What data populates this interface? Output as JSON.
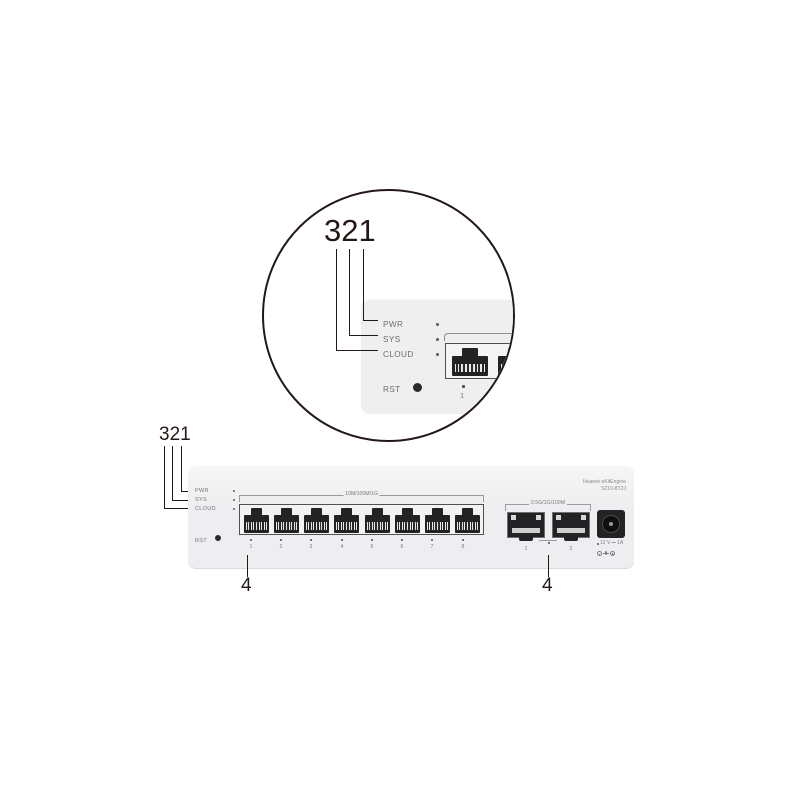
{
  "figure": {
    "type": "front-panel-diagram",
    "device_brand": "Huawei eKitEngine",
    "device_model": "S210-8T2J"
  },
  "callouts": {
    "led_group_label": "321",
    "port_led_label": "4",
    "items": [
      {
        "number": "1",
        "target": "PWR"
      },
      {
        "number": "2",
        "target": "SYS"
      },
      {
        "number": "3",
        "target": "CLOUD"
      },
      {
        "number": "4",
        "target": "port-status-indicator"
      }
    ]
  },
  "magnifier": {
    "leds": [
      {
        "label": "PWR"
      },
      {
        "label": "SYS"
      },
      {
        "label": "CLOUD"
      }
    ],
    "reset_label": "RST",
    "first_port_number": "1"
  },
  "device": {
    "leds": [
      {
        "label": "PWR"
      },
      {
        "label": "SYS"
      },
      {
        "label": "CLOUD"
      }
    ],
    "reset_label": "RST",
    "brand_line1": "Huawei eKitEngine",
    "brand_line2": "S210-8T2J",
    "ethernet": {
      "speed_label": "10M/100M/1G",
      "ports": [
        {
          "number": "1"
        },
        {
          "number": "2"
        },
        {
          "number": "3"
        },
        {
          "number": "4"
        },
        {
          "number": "5"
        },
        {
          "number": "6"
        },
        {
          "number": "7"
        },
        {
          "number": "8"
        }
      ]
    },
    "sfp": {
      "speed_label": "2.5G/1G/100M",
      "ports": [
        {
          "number": "1"
        },
        {
          "number": "2"
        }
      ]
    },
    "power": {
      "rating_label": "12 V ⎓ 1A"
    }
  },
  "colors": {
    "chassis": "#eeeef0",
    "port_dark": "#232325",
    "outline": "#231815",
    "label_gray": "#7c7d80"
  }
}
